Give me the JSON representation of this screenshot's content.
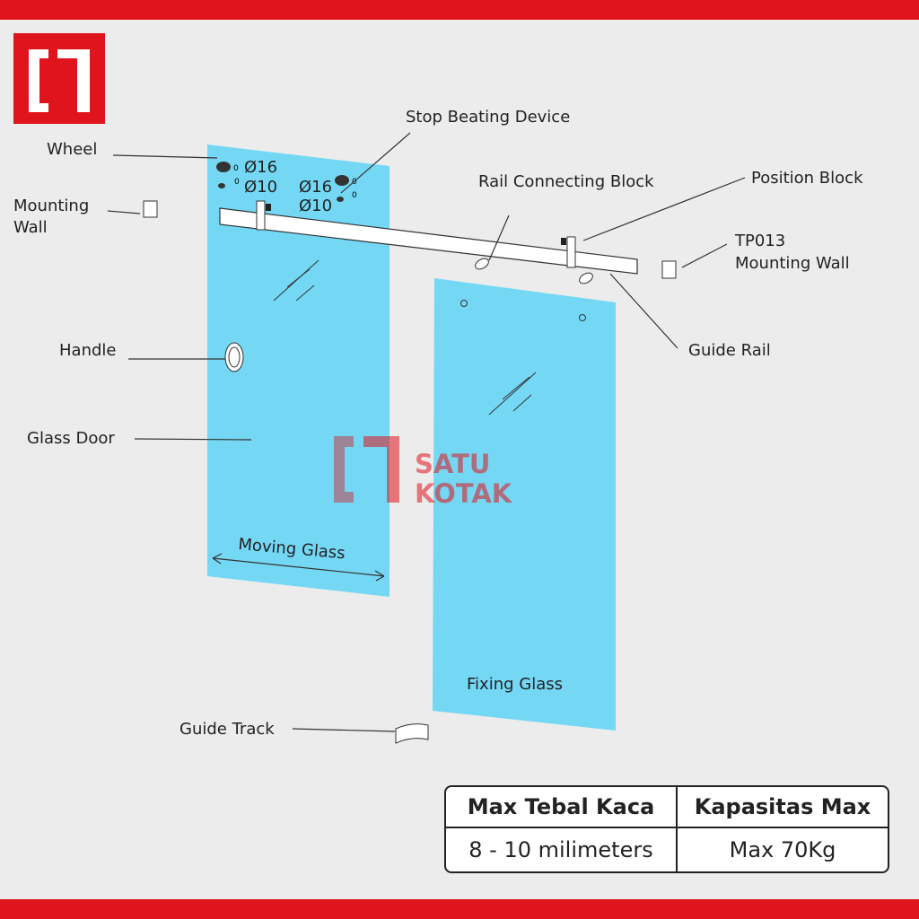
{
  "brand": {
    "name": "SATU KOTAK",
    "line1": "SATU",
    "line2": "KOTAK",
    "accent": "#e0141c"
  },
  "labels": {
    "wheel": "Wheel",
    "mounting_wall_left_1": "Mounting",
    "mounting_wall_left_2": "Wall",
    "stop_beating_device": "Stop Beating Device",
    "rail_connecting_block": "Rail Connecting Block",
    "position_block": "Position Block",
    "tp013_1": "TP013",
    "tp013_2": "Mounting Wall",
    "guide_rail": "Guide Rail",
    "handle": "Handle",
    "glass_door": "Glass Door",
    "moving_glass": "Moving Glass",
    "fixing_glass": "Fixing Glass",
    "guide_track": "Guide Track"
  },
  "dimensions": {
    "d16": "Ø16",
    "d10": "Ø10"
  },
  "spec_table": {
    "headers": [
      "Max Tebal Kaca",
      "Kapasitas Max"
    ],
    "values": [
      "8 - 10 milimeters",
      "Max 70Kg"
    ]
  },
  "colors": {
    "glass": "#74d8f5",
    "red": "#e0141c"
  }
}
